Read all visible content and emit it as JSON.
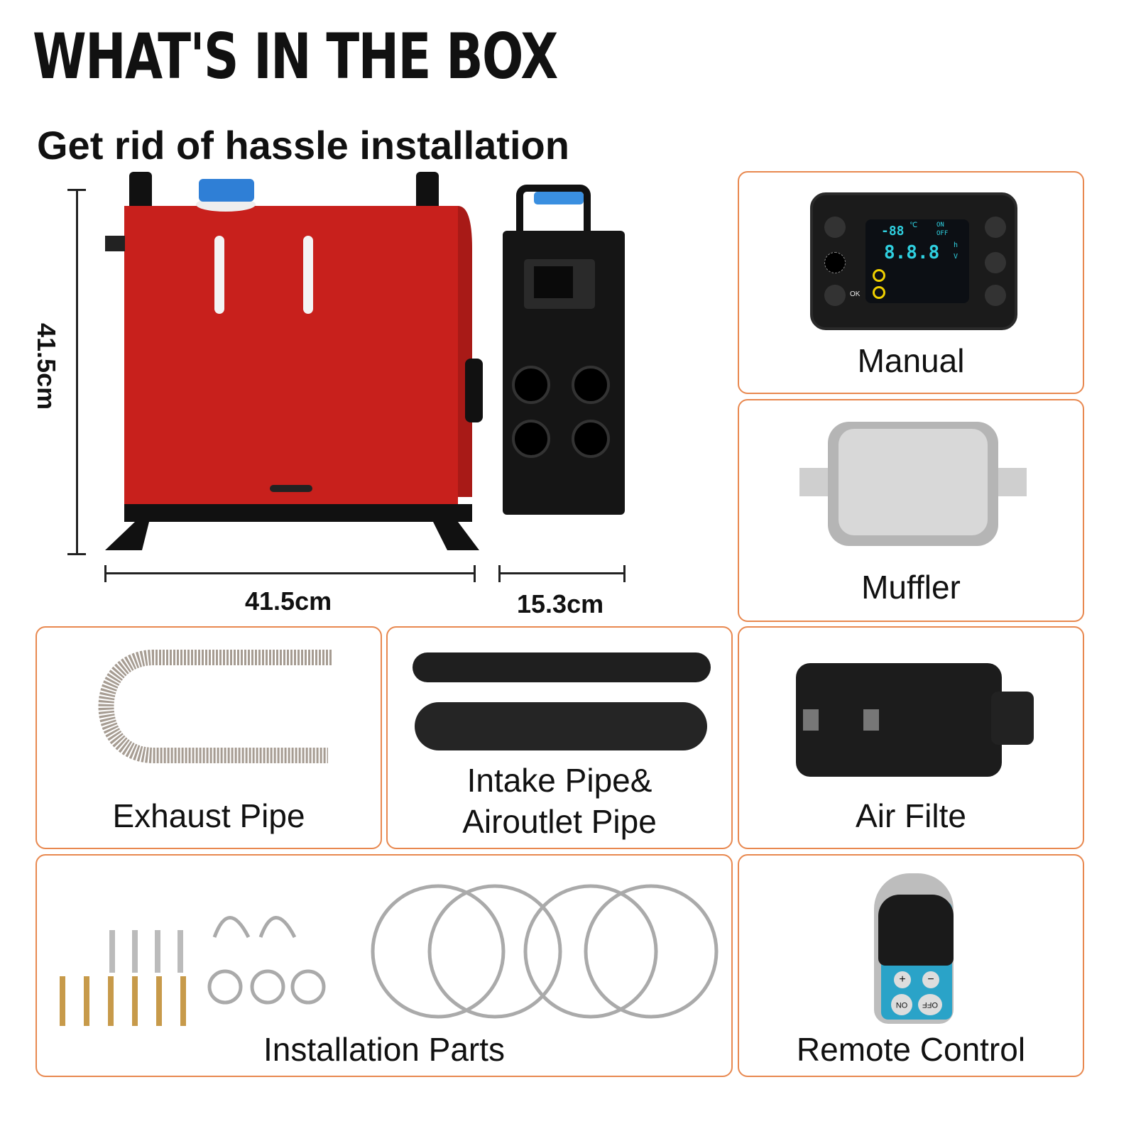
{
  "header": {
    "title": "WHAT'S IN THE BOX",
    "subtitle": "Get rid of hassle installation"
  },
  "dimensions": {
    "height": "41.5cm",
    "width": "41.5cm",
    "depth": "15.3cm"
  },
  "items": [
    {
      "label": "Manual"
    },
    {
      "label": "Muffler"
    },
    {
      "label": "Exhaust Pipe"
    },
    {
      "label": "Intake Pipe&",
      "label2": "Airoutlet Pipe"
    },
    {
      "label": "Air Filte"
    },
    {
      "label": "Installation Parts"
    },
    {
      "label": "Remote Control"
    }
  ],
  "controller_display": {
    "temp": "-88",
    "main": "8.8.8",
    "on": "ON",
    "off": "OFF",
    "ok": "OK",
    "unit_c": "℃",
    "unit_h": "h",
    "unit_v": "V"
  },
  "remote": {
    "on": "ON",
    "off": "OFF",
    "plus": "+",
    "minus": "−"
  },
  "colors": {
    "accent_border": "#e8884f",
    "heater_red": "#c8201c",
    "display_cyan": "#2fd0e0"
  }
}
